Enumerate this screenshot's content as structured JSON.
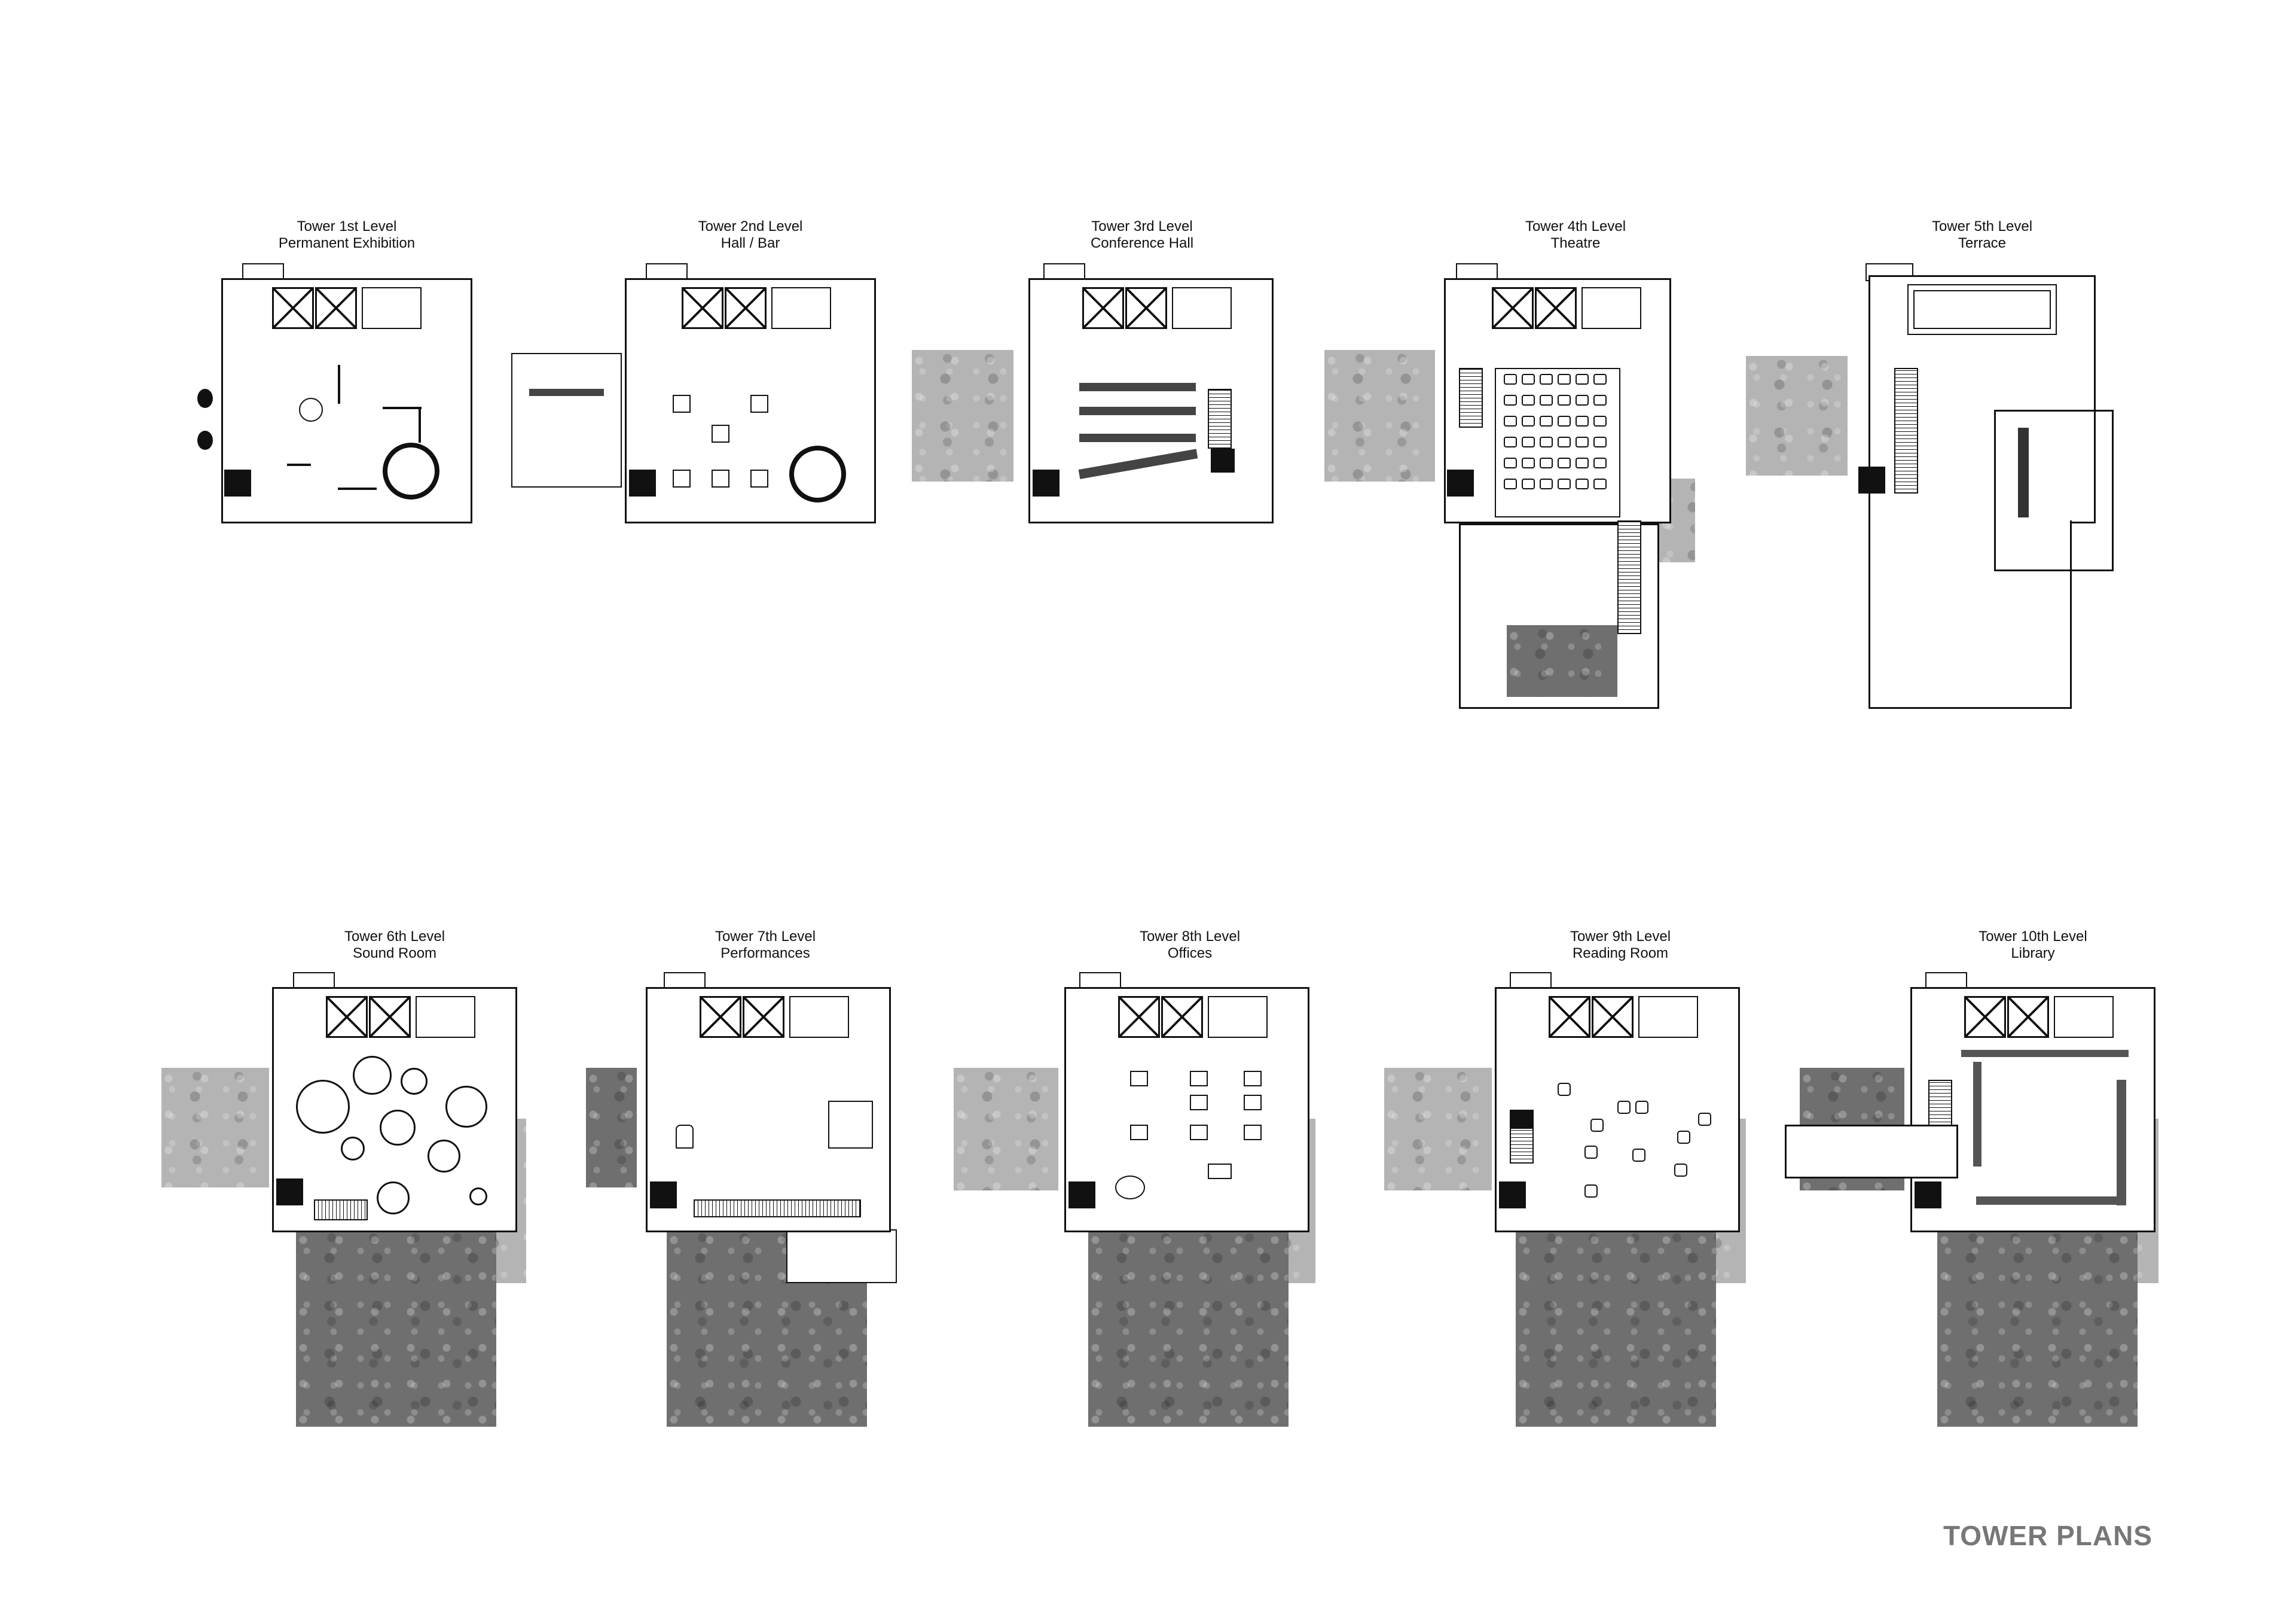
{
  "document": {
    "title": "TOWER PLANS"
  },
  "levels": [
    {
      "id": "L1",
      "line1": "Tower 1st Level",
      "line2": "Permanent Exhibition"
    },
    {
      "id": "L2",
      "line1": "Tower 2nd Level",
      "line2": "Hall / Bar"
    },
    {
      "id": "L3",
      "line1": "Tower 3rd Level",
      "line2": "Conference Hall"
    },
    {
      "id": "L4",
      "line1": "Tower 4th Level",
      "line2": "Theatre"
    },
    {
      "id": "L5",
      "line1": "Tower 5th Level",
      "line2": "Terrace"
    },
    {
      "id": "L6",
      "line1": "Tower 6th Level",
      "line2": "Sound Room"
    },
    {
      "id": "L7",
      "line1": "Tower 7th Level",
      "line2": "Performances"
    },
    {
      "id": "L8",
      "line1": "Tower 8th Level",
      "line2": "Offices"
    },
    {
      "id": "L9",
      "line1": "Tower 9th Level",
      "line2": "Reading Room"
    },
    {
      "id": "L10",
      "line1": "Tower 10th Level",
      "line2": "Library"
    }
  ]
}
